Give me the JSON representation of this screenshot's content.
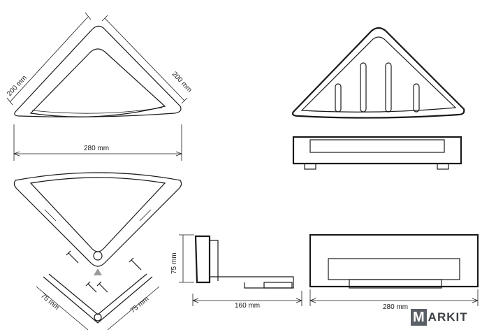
{
  "dimensions": {
    "top_left_side": "200 mm",
    "top_right_side": "200 mm",
    "width_front": "280 mm",
    "corner_left": "75 mm",
    "corner_right": "75 mm",
    "height": "75 mm",
    "depth": "160 mm",
    "width_back": "280 mm"
  },
  "logo": {
    "boxed_letter": "M",
    "rest": "ARKIT"
  }
}
